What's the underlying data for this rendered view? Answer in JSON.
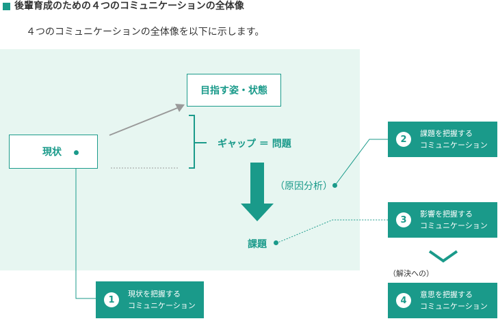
{
  "header": {
    "title": "後輩育成のための４つのコミュニケーションの全体像",
    "subtitle": "４つのコミュニケーションの全体像を以下に示します。"
  },
  "diagram": {
    "current_state": "現状",
    "goal_state": "目指す姿・状態",
    "gap_problem": "ギャップ ＝ 問題",
    "cause_analysis": "（原因分析）",
    "issue": "課題",
    "solution_label": "（解決への）",
    "cards": [
      {
        "number": "1",
        "line1": "現状を把握する",
        "line2": "コミュニケーション"
      },
      {
        "number": "2",
        "line1": "課題を把握する",
        "line2": "コミュニケーション"
      },
      {
        "number": "3",
        "line1": "影響を把握する",
        "line2": "コミュニケーション"
      },
      {
        "number": "4",
        "line1": "意思を把握する",
        "line2": "コミュニケーション"
      }
    ]
  },
  "colors": {
    "accent": "#1a9a8a",
    "panel_background": "#e7f6f1",
    "arrow_gray": "#999999"
  }
}
